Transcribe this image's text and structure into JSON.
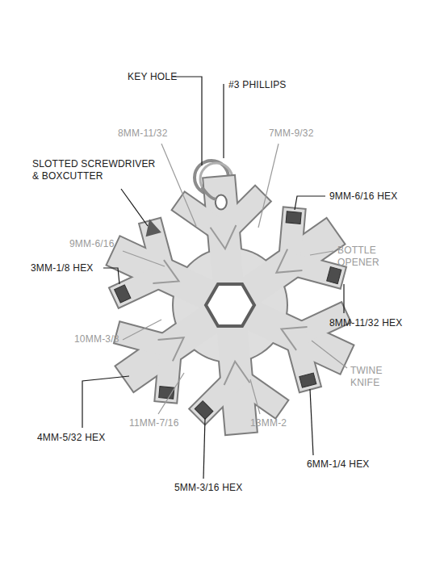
{
  "diagram": {
    "labels": [
      "KEY HOLE",
      "#3 PHILLIPS",
      "8MM-11/32",
      "7MM-9/32",
      "SLOTTED SCREWDRIVER & BOXCUTTER",
      "9MM-6/16 HEX",
      "9MM-6/16",
      "BOTTLE OPENER",
      "3MM-1/8 HEX",
      "8MM-11/32 HEX",
      "10MM-3/8",
      "TWINE KNIFE",
      "11MM-7/16",
      "13MM-2",
      "4MM-5/32 HEX",
      "6MM-1/4 HEX",
      "5MM-3/16 HEX"
    ]
  }
}
